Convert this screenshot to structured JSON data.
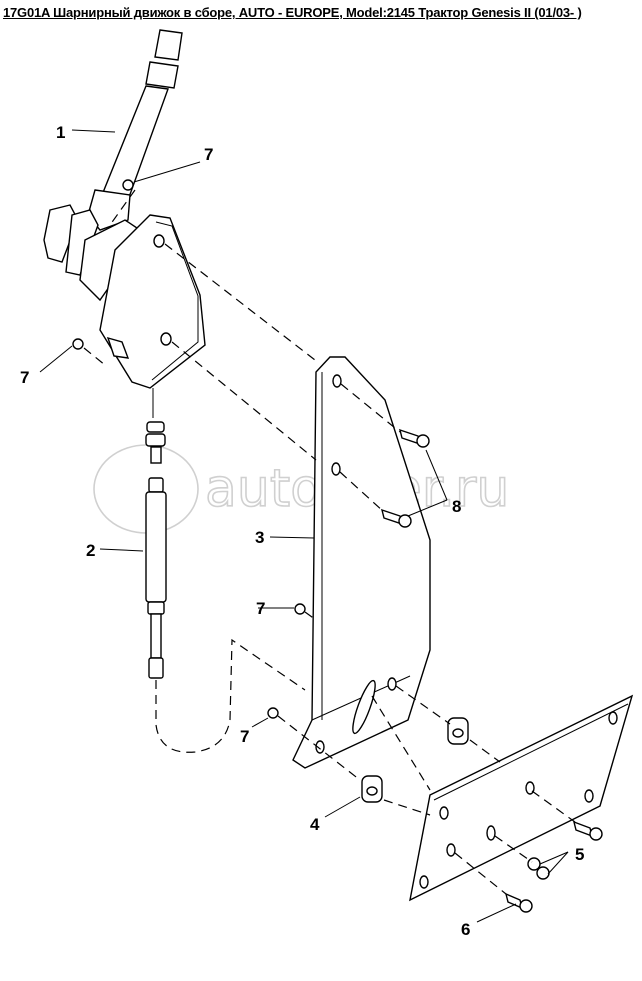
{
  "title": "17G01A Шарнирный движок в сборе, AUTO - EUROPE, Model:2145 Трактор Genesis II (01/03- )",
  "watermark": "autopiter.ru",
  "callouts": [
    {
      "label": "1",
      "part": "steering-column"
    },
    {
      "label": "2",
      "part": "gas-strut"
    },
    {
      "label": "3",
      "part": "mounting-plate"
    },
    {
      "label": "4",
      "part": "spacer"
    },
    {
      "label": "5",
      "part": "washer-nut"
    },
    {
      "label": "6",
      "part": "bolt"
    },
    {
      "label": "7",
      "part": "nut"
    },
    {
      "label": "8",
      "part": "bolt"
    }
  ],
  "labels": {
    "c1": "1",
    "c2": "2",
    "c3": "3",
    "c4": "4",
    "c5": "5",
    "c6": "6",
    "c7a": "7",
    "c7b": "7",
    "c7c": "7",
    "c7d": "7",
    "c8": "8"
  }
}
